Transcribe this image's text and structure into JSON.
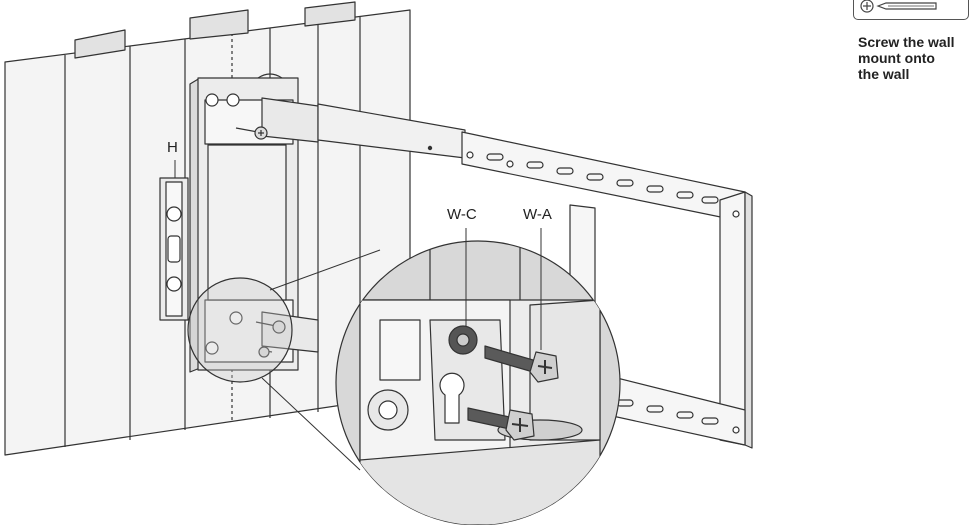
{
  "labels": {
    "level": "H",
    "washer": "W-C",
    "bolt": "W-A"
  },
  "instruction": {
    "lines": [
      "Screw the wall",
      "mount onto",
      "the wall"
    ]
  },
  "icons": {
    "tool": "screwdriver-icon",
    "tool_tip": "phillips-head-icon"
  },
  "colors": {
    "line": "#333333",
    "wall": "#f4f4f4",
    "stud": "#e2e2e2",
    "magnifier": "#d8d8d8",
    "metal": "#e9e9e9",
    "washer": "#555555"
  }
}
